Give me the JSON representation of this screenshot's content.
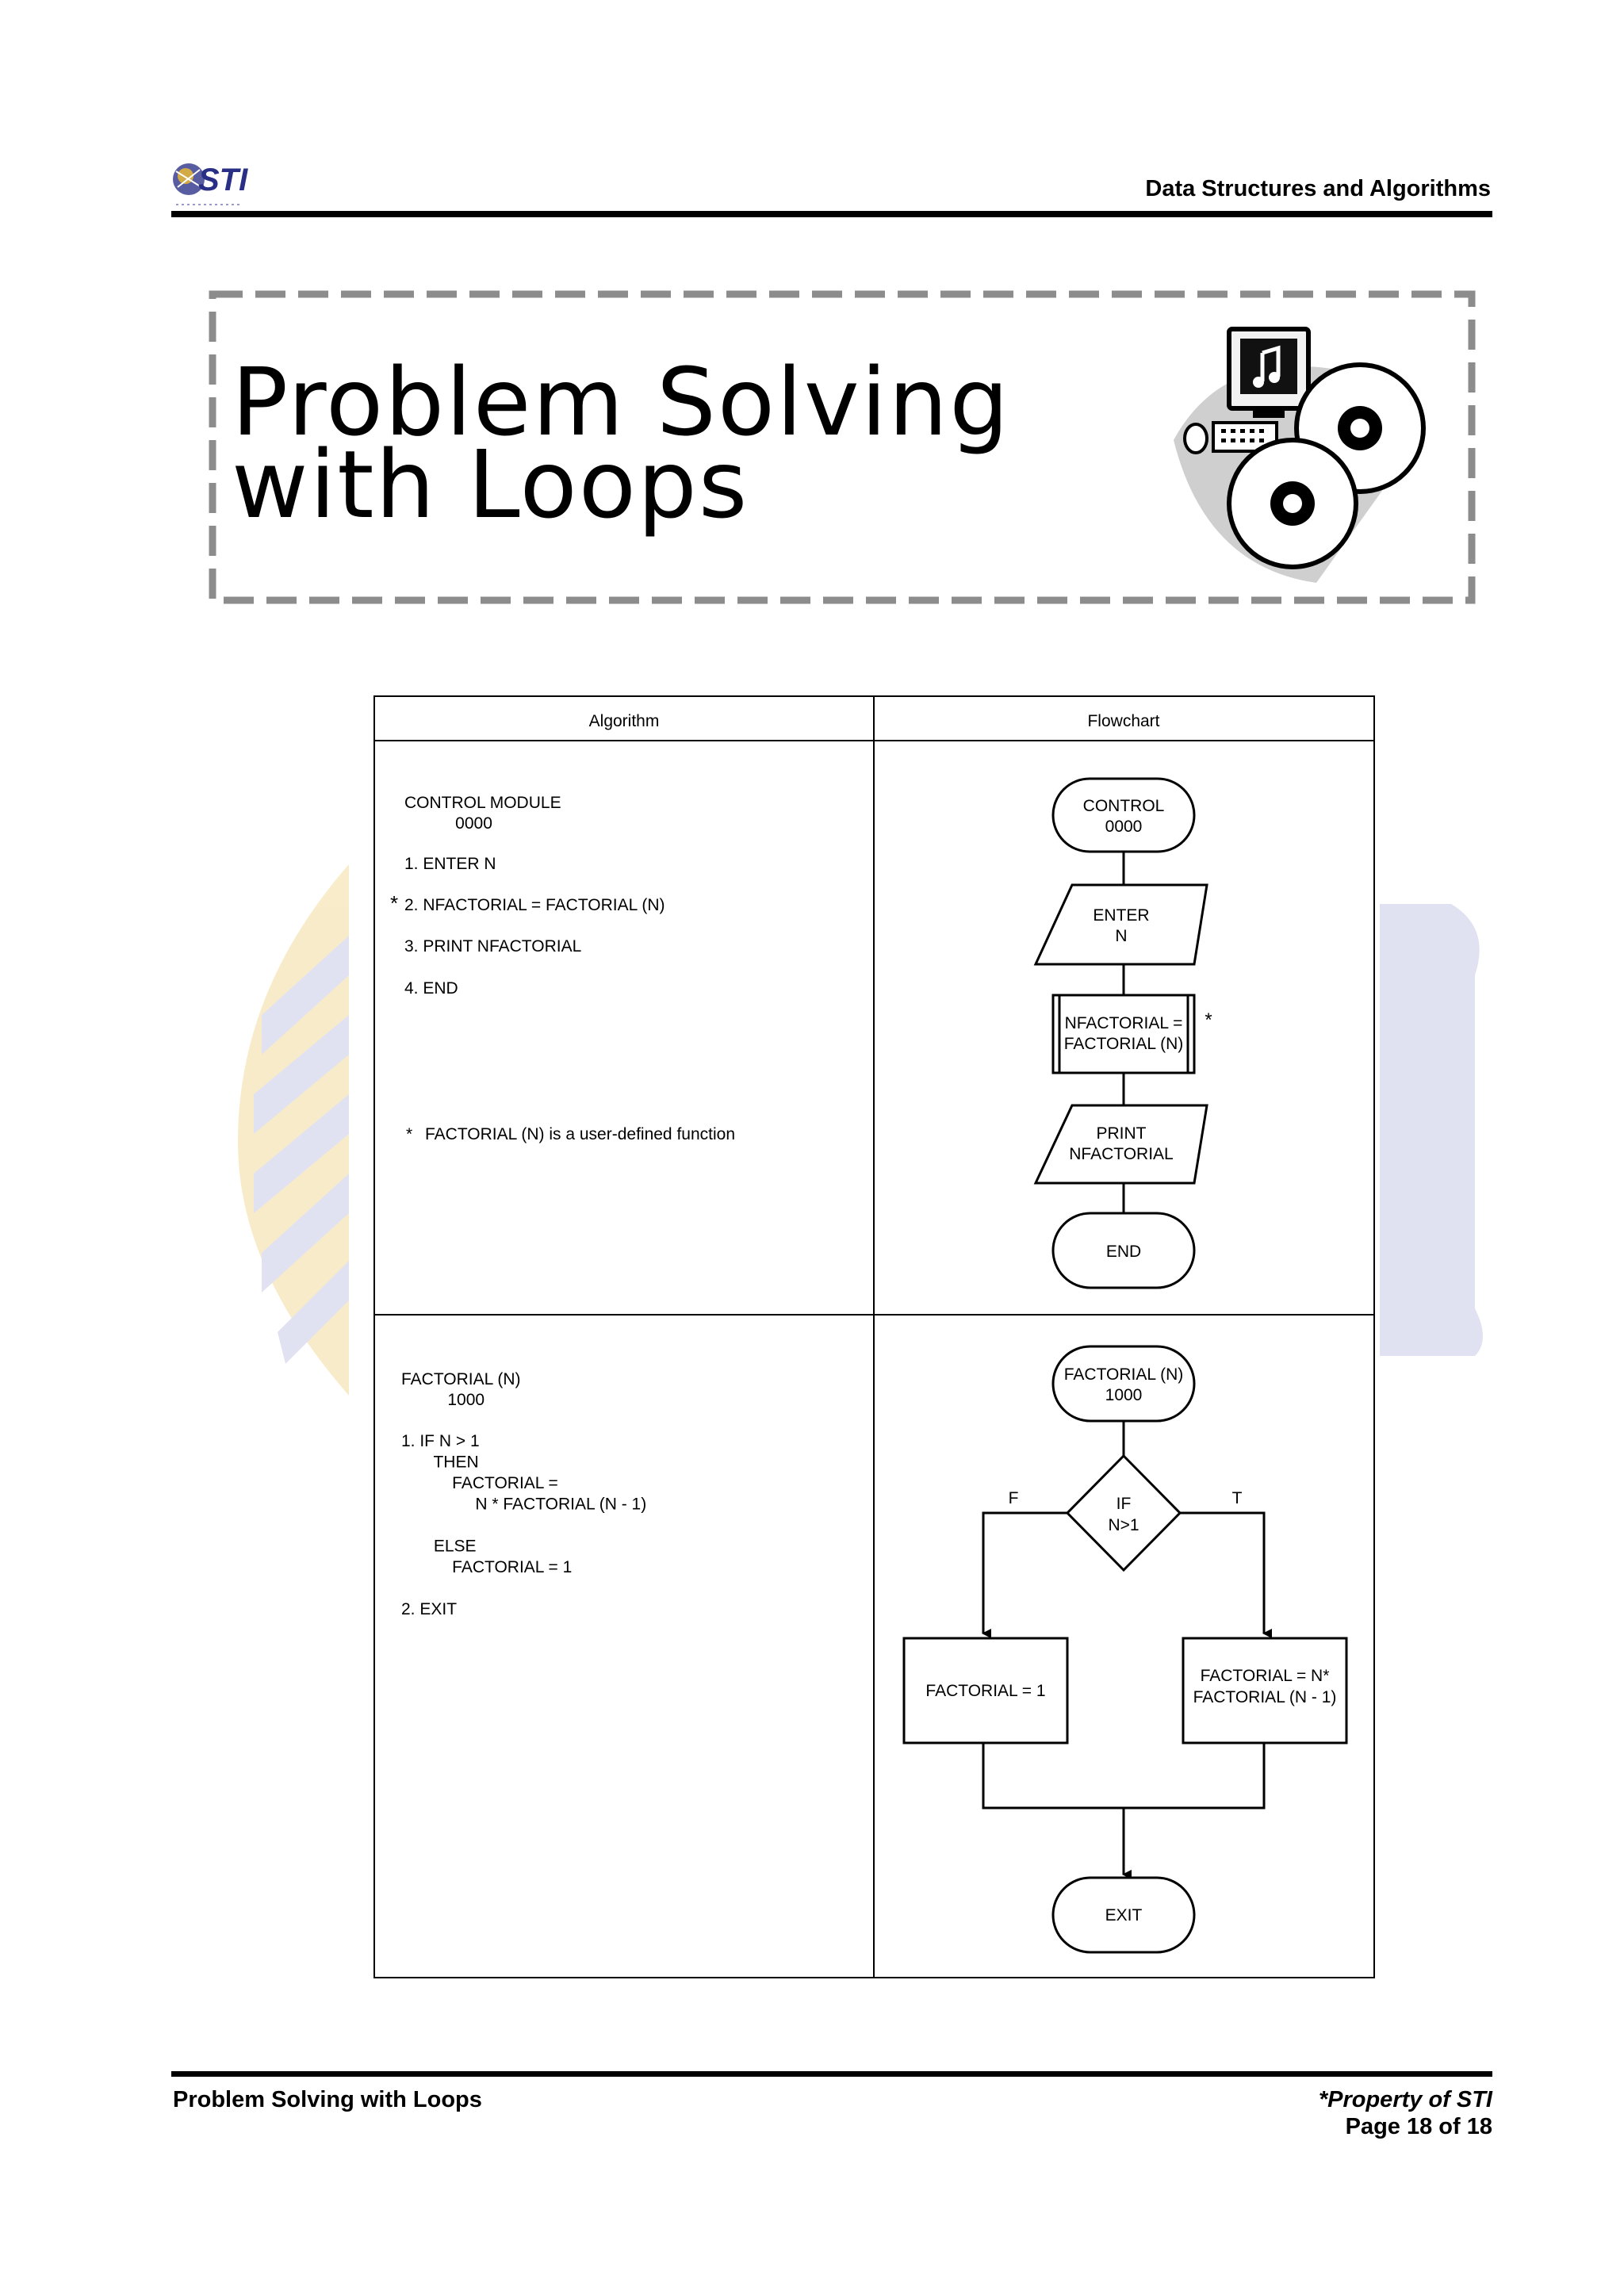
{
  "header": {
    "logo_text": "STI",
    "title": "Data Structures and Algorithms"
  },
  "banner": {
    "title": "Problem Solving\nwith Loops",
    "clipart": "computer-music-cd-icon"
  },
  "table": {
    "columns": [
      "Algorithm",
      "Flowchart"
    ],
    "control_module": {
      "algorithm_heading": "CONTROL MODULE\n           0000",
      "steps": [
        "1. ENTER N",
        "2. NFACTORIAL = FACTORIAL (N)",
        "3. PRINT NFACTORIAL",
        "4. END"
      ],
      "step_marker": "*",
      "note_marker": "*",
      "note": "FACTORIAL (N) is a user-defined function",
      "flowchart": {
        "start": "CONTROL\n0000",
        "input": "ENTER\nN",
        "process": "NFACTORIAL =\nFACTORIAL (N)",
        "process_marker": "*",
        "output": "PRINT\nNFACTORIAL",
        "end": "END"
      }
    },
    "factorial_module": {
      "algorithm_heading": "FACTORIAL (N)\n          1000",
      "algorithm_body": "1. IF N > 1\n       THEN\n           FACTORIAL =\n                N * FACTORIAL (N - 1)\n\n       ELSE\n           FACTORIAL = 1\n\n2. EXIT",
      "flowchart": {
        "start": "FACTORIAL (N)\n1000",
        "decision": "IF\nN>1",
        "false_label": "F",
        "true_label": "T",
        "false_process": "FACTORIAL = 1",
        "true_process": "FACTORIAL = N*\nFACTORIAL (N - 1)",
        "end": "EXIT"
      }
    }
  },
  "footer": {
    "left": "Problem Solving with Loops",
    "property": "*Property of STI",
    "page": "Page 18 of 18"
  },
  "colors": {
    "rule": "#000000",
    "banner_border": "#8c8c8c",
    "watermark_gold": "#f3dca0",
    "watermark_blue": "#c9cbe6"
  }
}
